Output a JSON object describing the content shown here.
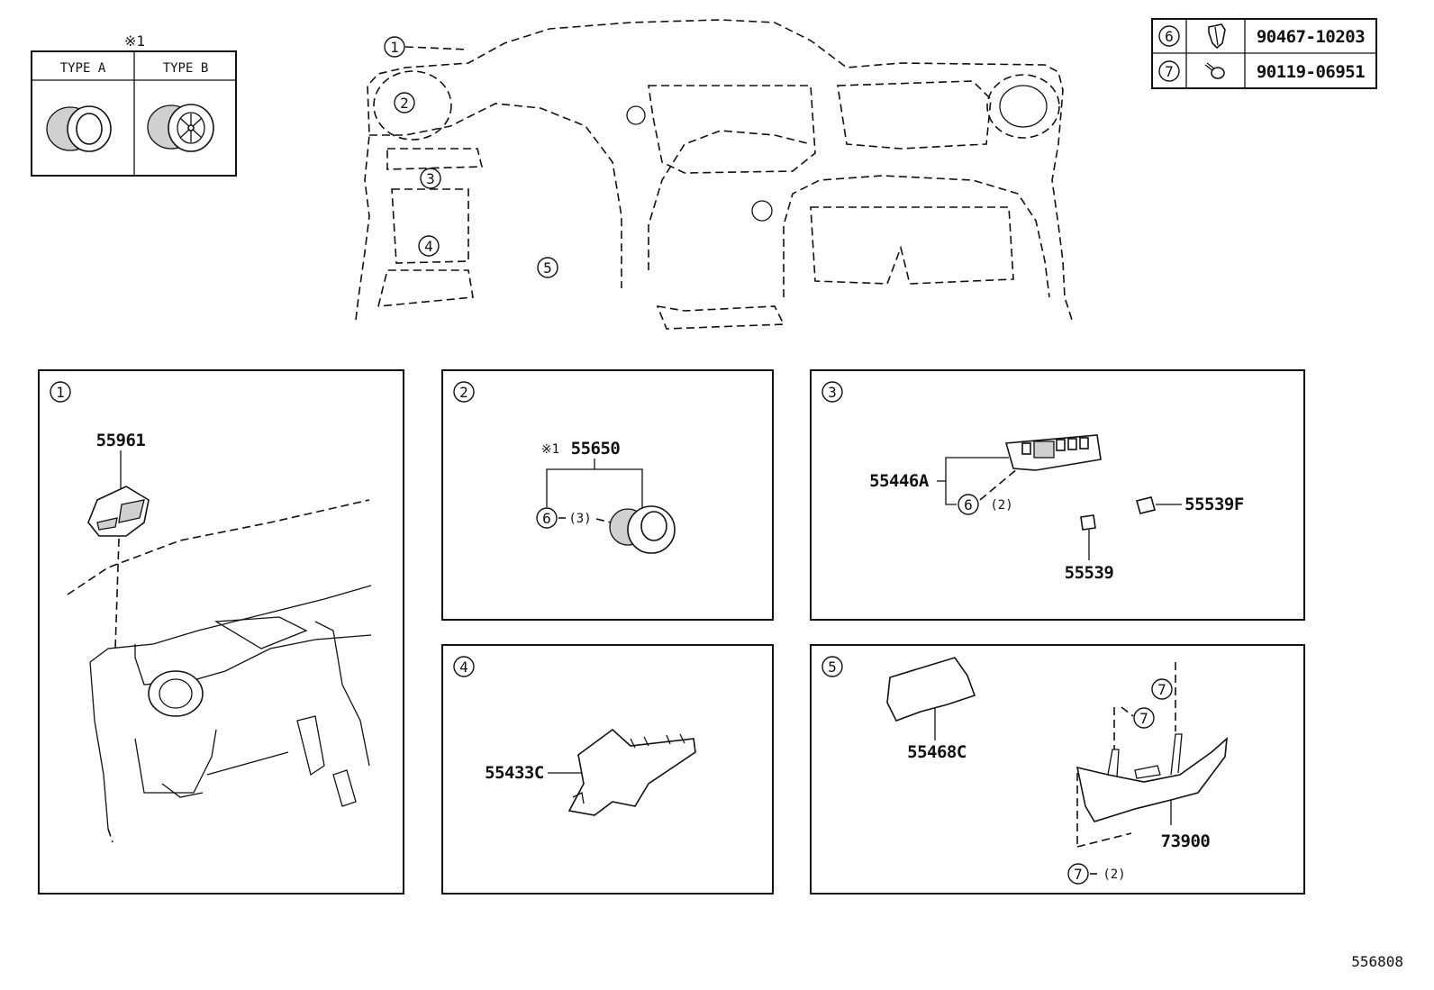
{
  "type_legend": {
    "note_mark": "※1",
    "type_a": "TYPE A",
    "type_b": "TYPE B"
  },
  "fasteners": [
    {
      "ref": "6",
      "part_no": "90467-10203",
      "icon": "clip-icon"
    },
    {
      "ref": "7",
      "part_no": "90119-06951",
      "icon": "screw-icon"
    }
  ],
  "overview": {
    "callouts": [
      "1",
      "2",
      "3",
      "4",
      "5"
    ]
  },
  "panels": {
    "p1": {
      "ref": "1",
      "parts": [
        "55961"
      ]
    },
    "p2": {
      "ref": "2",
      "note": "※1",
      "part": "55650",
      "fastener_ref": "6",
      "qty": "(3)"
    },
    "p3": {
      "ref": "3",
      "part_a": "55446A",
      "fastener_ref": "6",
      "qty": "(2)",
      "part_b": "55539F",
      "part_c": "55539"
    },
    "p4": {
      "ref": "4",
      "part": "55433C"
    },
    "p5": {
      "ref": "5",
      "part_a": "55468C",
      "part_b": "73900",
      "fastener_ref": "7",
      "qty": "(2)"
    }
  },
  "diagram_id": "556808"
}
